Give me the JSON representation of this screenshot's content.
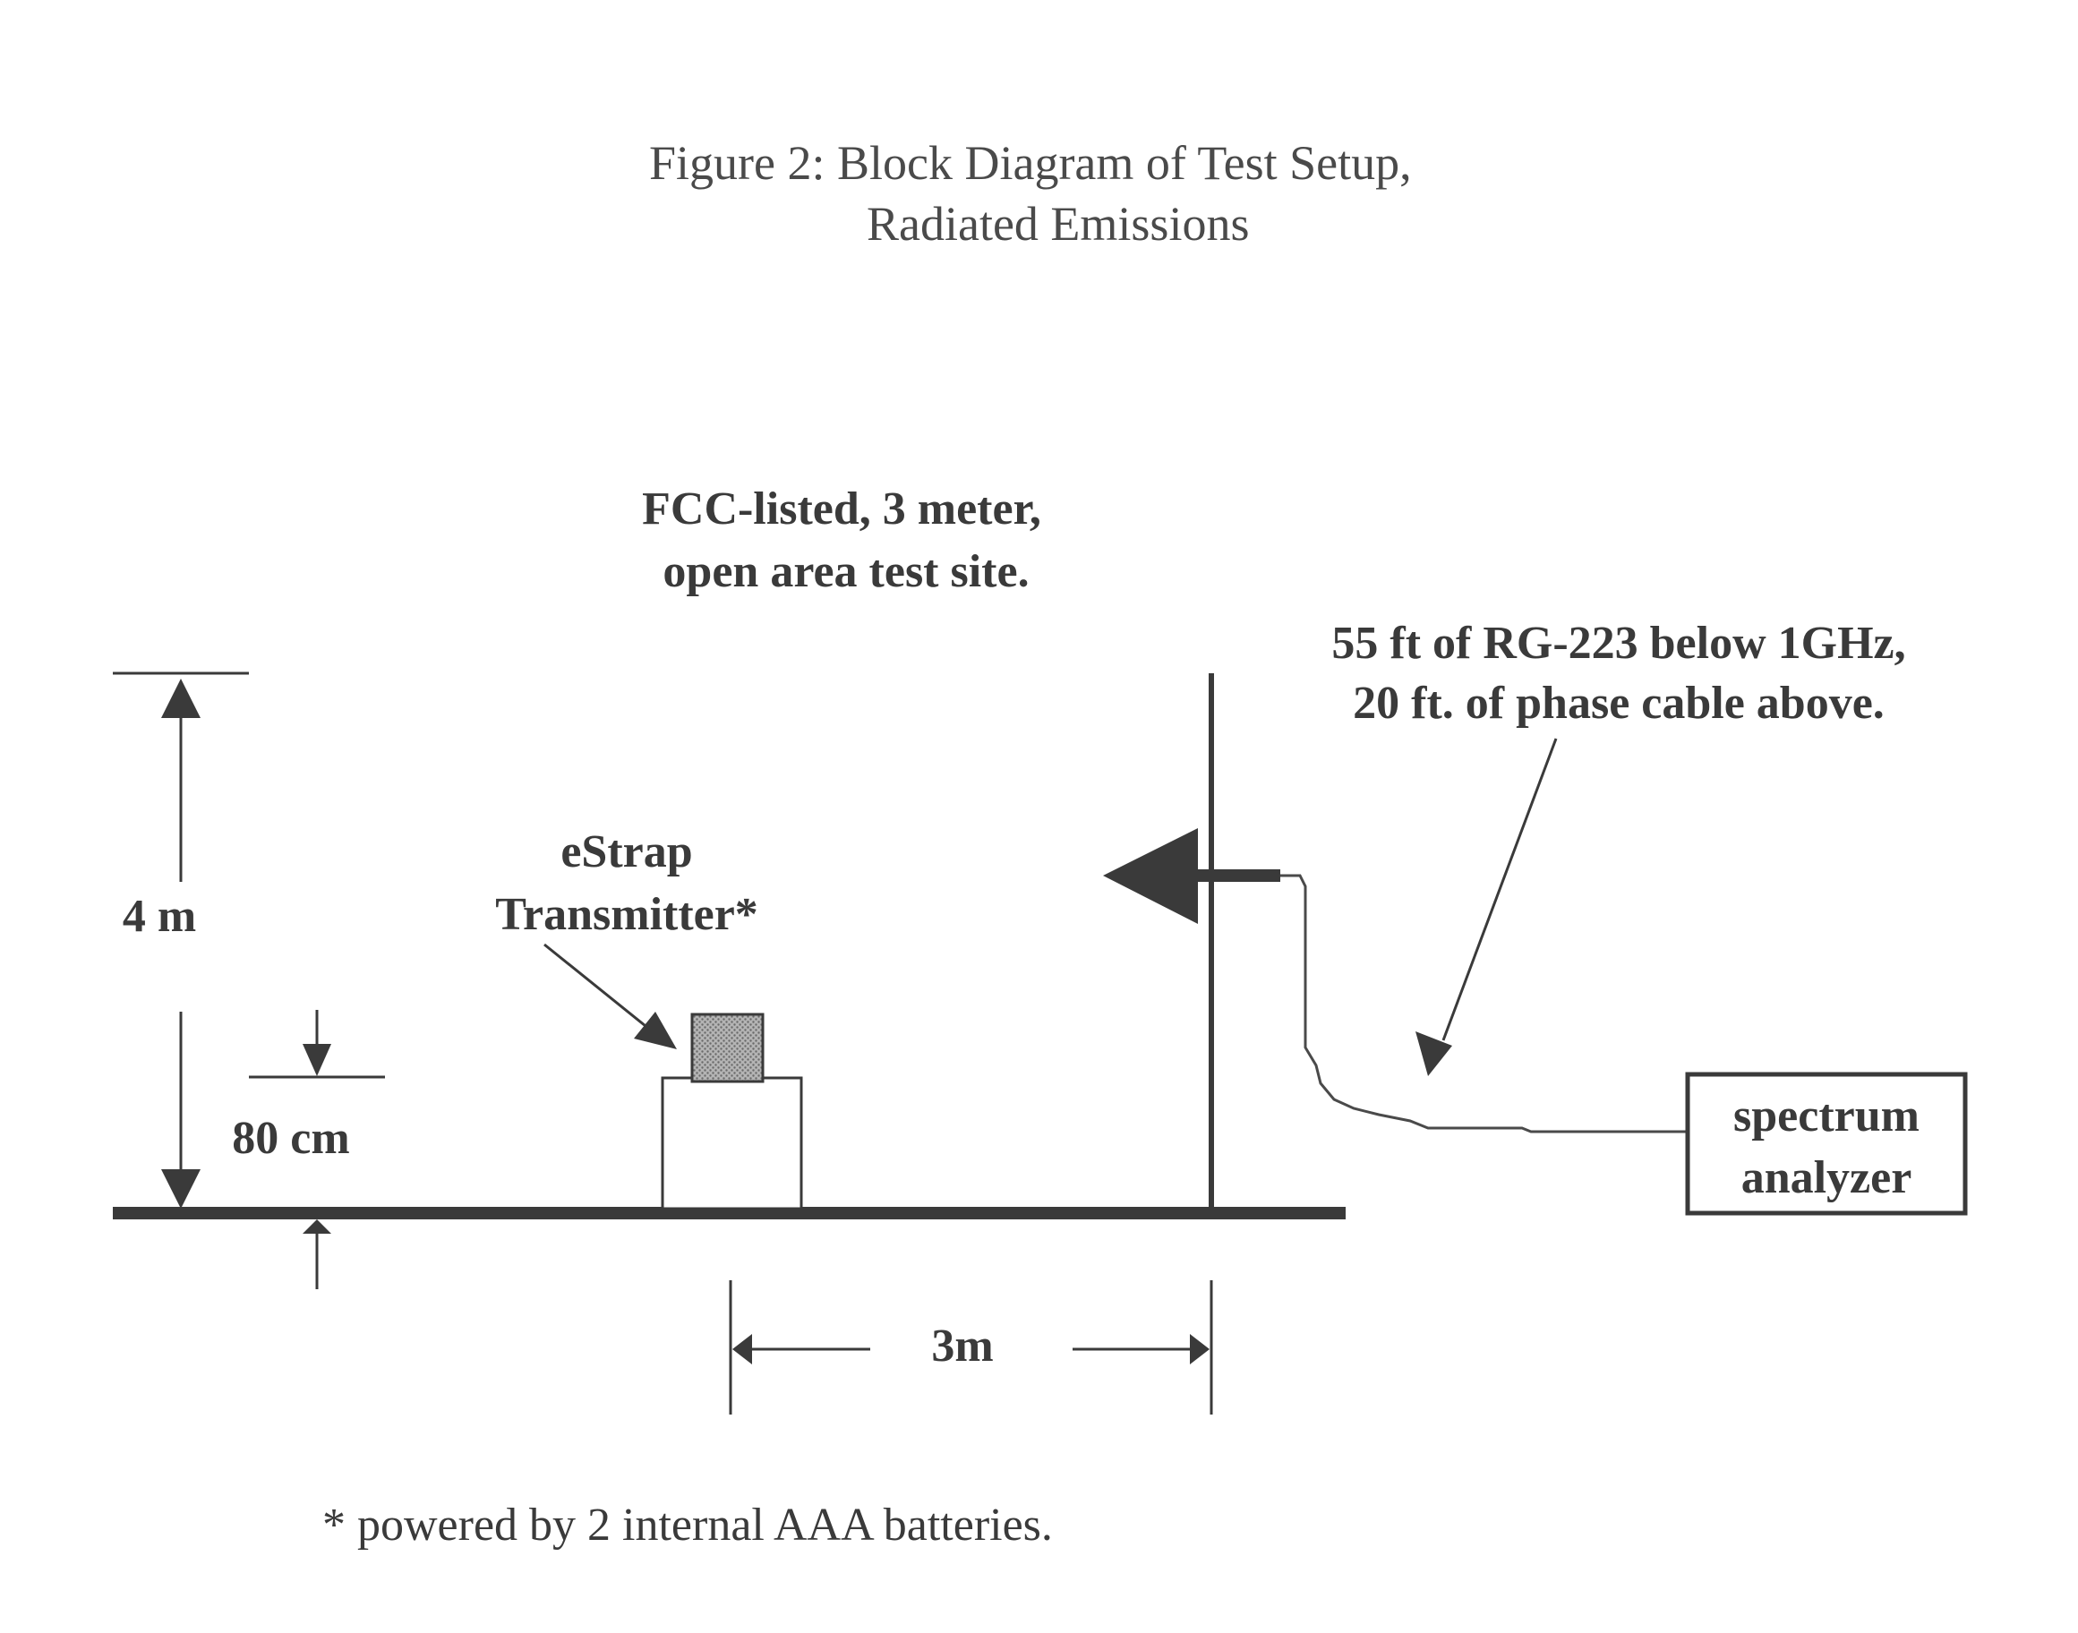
{
  "figure": {
    "title_line1": "Figure 2:  Block Diagram of Test Setup,",
    "title_line2": "Radiated Emissions"
  },
  "site": {
    "line1": "FCC-listed, 3 meter,",
    "line2": "open area test site."
  },
  "cable": {
    "line1": "55 ft of RG-223 below 1GHz,",
    "line2": "20 ft. of phase cable above."
  },
  "device": {
    "line1": "eStrap",
    "line2": "Transmitter*"
  },
  "analyzer": {
    "line1": "spectrum",
    "line2": "analyzer"
  },
  "dimensions": {
    "height": "4 m",
    "table": "80 cm",
    "distance": "3m"
  },
  "footnote": "* powered by 2 internal AAA batteries.",
  "colors": {
    "ink": "#3a3a3a",
    "device_fill": "#a8a8a8"
  }
}
